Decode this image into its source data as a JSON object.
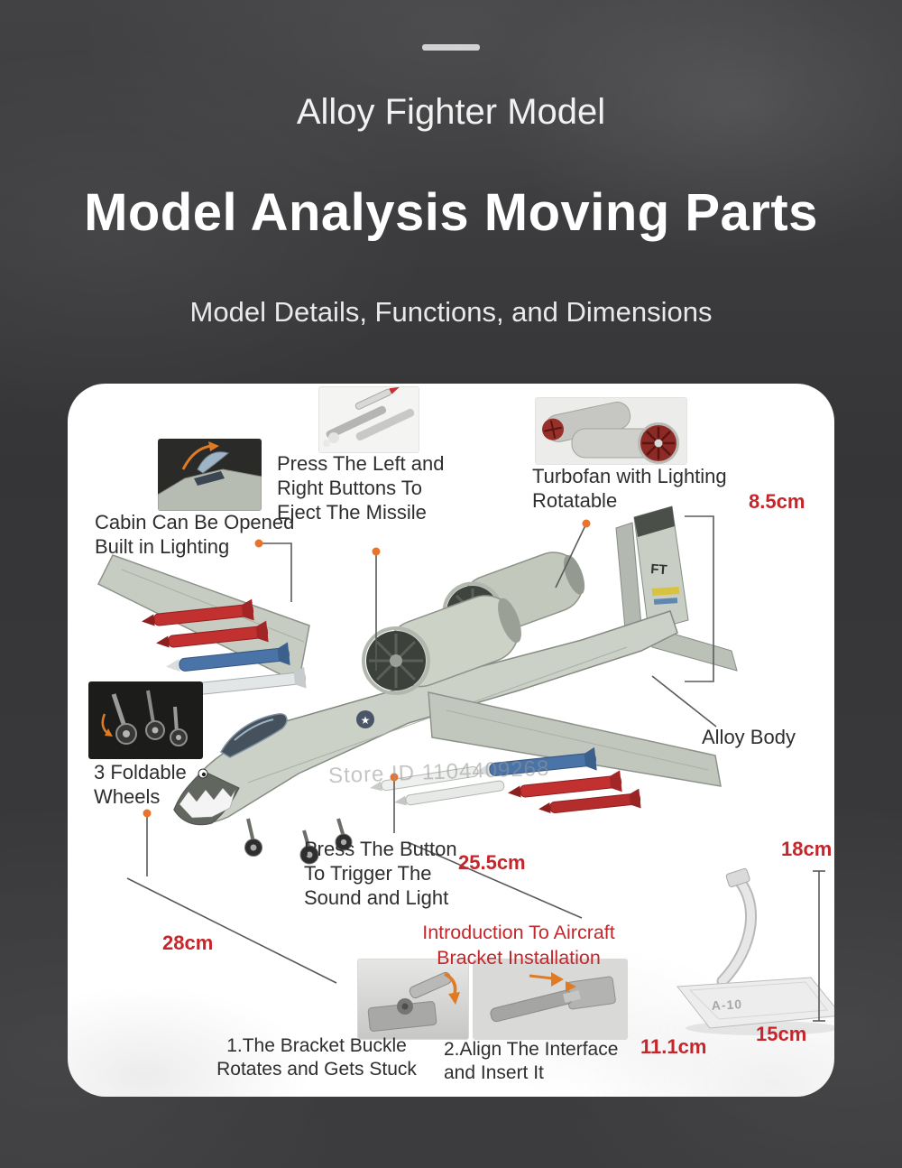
{
  "header": {
    "brand": "Alloy Fighter Model",
    "title": "Model Analysis Moving Parts",
    "subtitle": "Model Details, Functions, and Dimensions"
  },
  "callouts": {
    "cabin": "Cabin Can Be Opened\nBuilt in Lighting",
    "missile": "Press The Left and\nRight Buttons To\nEject The Missile",
    "turbofan": "Turbofan with Lighting\nRotatable",
    "alloy_body": "Alloy Body",
    "wheels": "3 Foldable\nWheels",
    "sound_button": "Press The Button\nTo Trigger The\nSound and Light",
    "bracket_intro": "Introduction To Aircraft\nBracket Installation",
    "step1": "1.The Bracket Buckle\nRotates and Gets Stuck",
    "step2": "2.Align The Interface\nand Insert It"
  },
  "dimensions": {
    "tail_height": "8.5cm",
    "fuselage_length": "25.5cm",
    "wingspan": "28cm",
    "stand_height": "18cm",
    "stand_depth": "11.1cm",
    "stand_width": "15cm"
  },
  "aircraft": {
    "tail_code": "FT"
  },
  "stand": {
    "label": "A-10"
  },
  "watermark": {
    "text": "Store ID 1104409268"
  },
  "colors": {
    "accent_red": "#c4262b",
    "leader_dot": "#e8742c",
    "card_bg": "#ffffff",
    "page_bg": "#3a3a3c",
    "aircraft_gray": "#ccd1c8"
  }
}
